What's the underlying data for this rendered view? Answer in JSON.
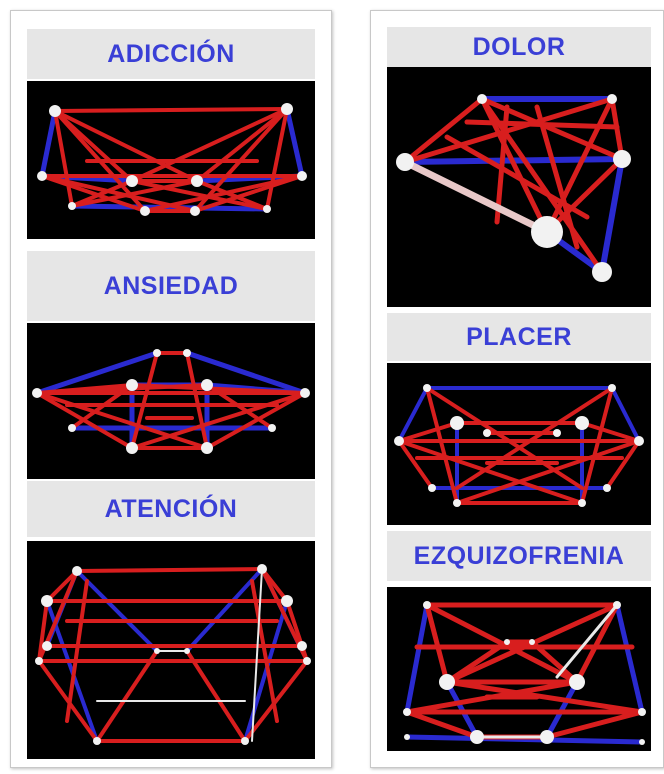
{
  "left_column": {
    "items": [
      {
        "label": "ADICCIÓN"
      },
      {
        "label": "ANSIEDAD"
      },
      {
        "label": "ATENCIÓN"
      }
    ]
  },
  "right_column": {
    "items": [
      {
        "label": "DOLOR"
      },
      {
        "label": "PLACER"
      },
      {
        "label": "EZQUIZOFRENIA"
      }
    ]
  },
  "colors": {
    "label_text": "#3a3fd6",
    "label_background": "#e6e6e6",
    "image_background": "#000000",
    "strut_red": "#d81e1e",
    "strut_blue": "#2a2ad0",
    "node": "#f2f2f2"
  },
  "icons": {
    "figure": "tensegrity-structure-render"
  }
}
